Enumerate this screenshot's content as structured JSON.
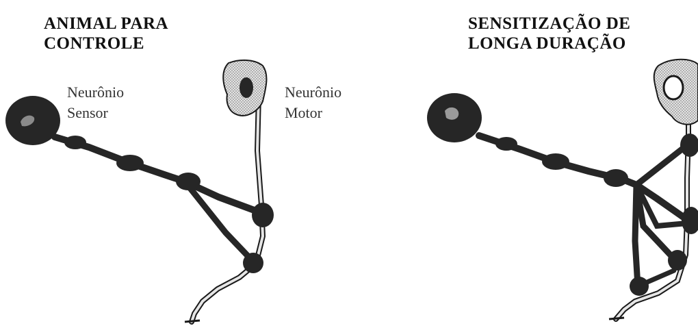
{
  "panels": {
    "control": {
      "title": [
        "ANIMAL PARA",
        "CONTROLE"
      ],
      "sensory_label": [
        "Neurônio",
        "Sensor"
      ],
      "motor_label": [
        "Neurônio",
        "Motor"
      ]
    },
    "sensitized": {
      "title": [
        "SENSITIZAÇÃO DE",
        "LONGA DURAÇÃO"
      ]
    }
  },
  "colors": {
    "neuron_dark": "#262626",
    "motor_fill": "#d6d6d6",
    "outline": "#1a1a1a",
    "background": "#ffffff"
  }
}
